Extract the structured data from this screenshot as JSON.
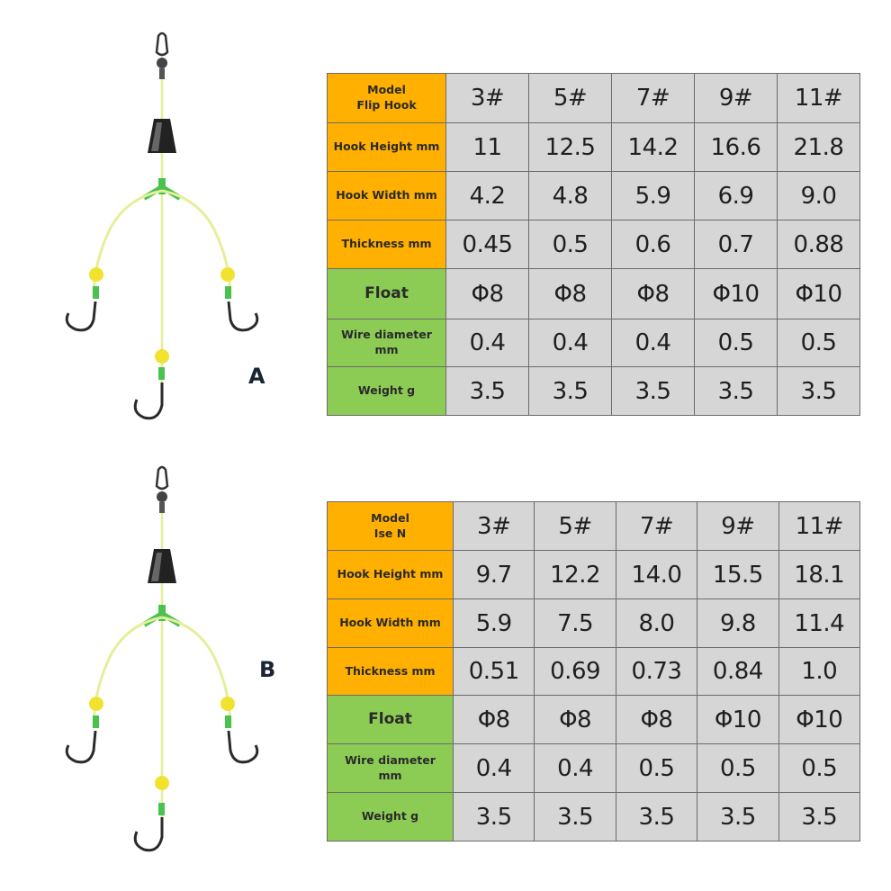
{
  "colors": {
    "orange": "#ffb000",
    "green": "#8ccc55",
    "cell": "#d6d6d6",
    "border": "#6b6b6b"
  },
  "rigs": [
    {
      "label": "A"
    },
    {
      "label": "B"
    }
  ],
  "tables": [
    {
      "header": {
        "model_label": "Model",
        "model_name": "Flip Hook",
        "sizes": [
          "3#",
          "5#",
          "7#",
          "9#",
          "11#"
        ]
      },
      "rows": [
        {
          "label": "Hook Height mm",
          "color": "orange",
          "values": [
            "11",
            "12.5",
            "14.2",
            "16.6",
            "21.8"
          ]
        },
        {
          "label": "Hook Width mm",
          "color": "orange",
          "values": [
            "4.2",
            "4.8",
            "5.9",
            "6.9",
            "9.0"
          ]
        },
        {
          "label": "Thickness mm",
          "color": "orange",
          "values": [
            "0.45",
            "0.5",
            "0.6",
            "0.7",
            "0.88"
          ]
        },
        {
          "label": "Float",
          "color": "green",
          "values": [
            "Φ8",
            "Φ8",
            "Φ8",
            "Φ10",
            "Φ10"
          ]
        },
        {
          "label": "Wire diameter",
          "label2": "mm",
          "color": "green",
          "values": [
            "0.4",
            "0.4",
            "0.4",
            "0.5",
            "0.5"
          ]
        },
        {
          "label": "Weight g",
          "color": "green",
          "values": [
            "3.5",
            "3.5",
            "3.5",
            "3.5",
            "3.5"
          ]
        }
      ]
    },
    {
      "header": {
        "model_label": "Model",
        "model_name": "Ise N",
        "sizes": [
          "3#",
          "5#",
          "7#",
          "9#",
          "11#"
        ]
      },
      "rows": [
        {
          "label": "Hook Height mm",
          "color": "orange",
          "values": [
            "9.7",
            "12.2",
            "14.0",
            "15.5",
            "18.1"
          ]
        },
        {
          "label": "Hook Width mm",
          "color": "orange",
          "values": [
            "5.9",
            "7.5",
            "8.0",
            "9.8",
            "11.4"
          ]
        },
        {
          "label": "Thickness mm",
          "color": "orange",
          "values": [
            "0.51",
            "0.69",
            "0.73",
            "0.84",
            "1.0"
          ]
        },
        {
          "label": "Float",
          "color": "green",
          "values": [
            "Φ8",
            "Φ8",
            "Φ8",
            "Φ10",
            "Φ10"
          ]
        },
        {
          "label": "Wire diameter",
          "label2": "mm",
          "color": "green",
          "values": [
            "0.4",
            "0.4",
            "0.5",
            "0.5",
            "0.5"
          ]
        },
        {
          "label": "Weight g",
          "color": "green",
          "values": [
            "3.5",
            "3.5",
            "3.5",
            "3.5",
            "3.5"
          ]
        }
      ]
    }
  ]
}
